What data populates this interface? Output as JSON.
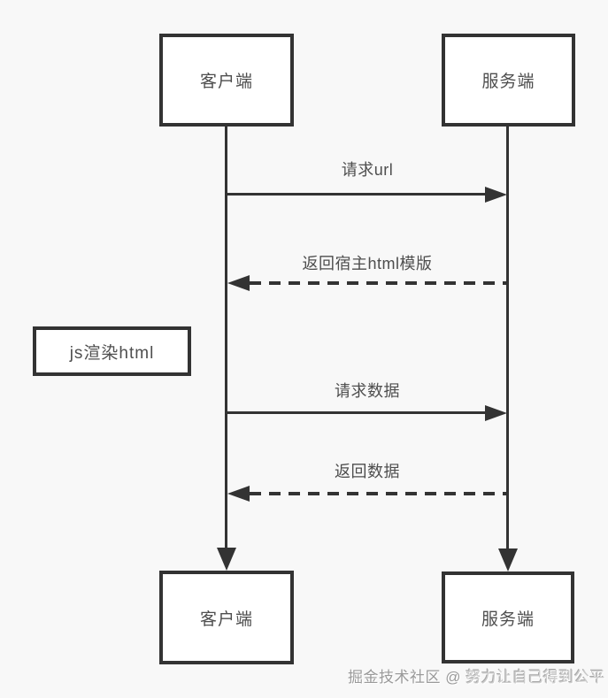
{
  "diagram": {
    "actors": {
      "client": "客户端",
      "server": "服务端"
    },
    "note": {
      "label": "js渲染html"
    },
    "messages": [
      {
        "label": "请求url",
        "from": "client",
        "to": "server",
        "style": "solid"
      },
      {
        "label": "返回宿主html模版",
        "from": "server",
        "to": "client",
        "style": "dashed"
      },
      {
        "label": "请求数据",
        "from": "client",
        "to": "server",
        "style": "solid"
      },
      {
        "label": "返回数据",
        "from": "server",
        "to": "client",
        "style": "dashed"
      }
    ],
    "colors": {
      "line": "#333333",
      "background": "#f8f8f8",
      "box_fill": "#ffffff",
      "text": "#4e4e4e",
      "watermark": "#9a9a9a"
    }
  },
  "watermark": {
    "prefix": "掘金技术社区 @",
    "suffix": "努力让自己得到公平"
  }
}
